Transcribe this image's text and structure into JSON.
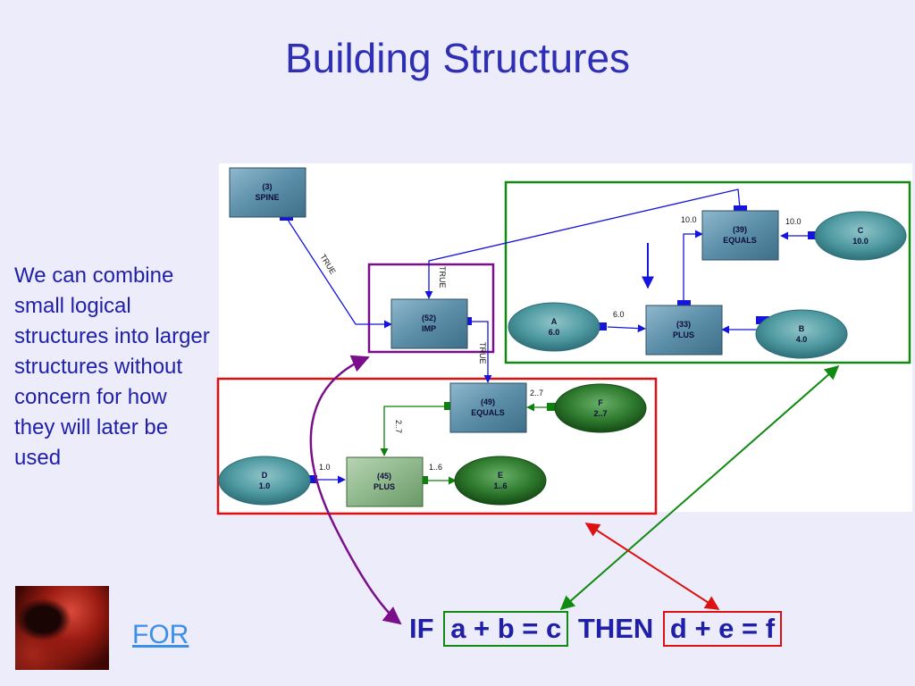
{
  "slide": {
    "title": "Building Structures",
    "side_text": "We can combine small logical structures into larger structures without concern for how they will later be used",
    "link_label": "FOR",
    "formula": {
      "if": "IF",
      "condition": "a + b = c",
      "then": "THEN",
      "consequence": "d + e = f"
    }
  },
  "diagram": {
    "nodes": {
      "spine": {
        "l1": "(3)",
        "l2": "SPINE"
      },
      "imp": {
        "l1": "(52)",
        "l2": "IMP"
      },
      "equals39": {
        "l1": "(39)",
        "l2": "EQUALS"
      },
      "plus33": {
        "l1": "(33)",
        "l2": "PLUS"
      },
      "equals49": {
        "l1": "(49)",
        "l2": "EQUALS"
      },
      "plus45": {
        "l1": "(45)",
        "l2": "PLUS"
      },
      "a": {
        "l1": "A",
        "l2": "6.0"
      },
      "b": {
        "l1": "B",
        "l2": "4.0"
      },
      "c": {
        "l1": "C",
        "l2": "10.0"
      },
      "d": {
        "l1": "D",
        "l2": "1.0"
      },
      "e": {
        "l1": "E",
        "l2": "1..6"
      },
      "f": {
        "l1": "F",
        "l2": "2..7"
      }
    },
    "edge_labels": {
      "spine_imp": "TRUE",
      "imp_in": "TRUE",
      "imp_out": "TRUE",
      "a_plus": "6.0",
      "plus_equals": "10.0",
      "c_equals": "10.0",
      "f_equals": "2..7",
      "equals_plus45": "2..7",
      "d_plus": "1.0",
      "plus_e": "1..6"
    },
    "colors": {
      "blue_node": "#5b8ea8",
      "green_node": "#7faa7f",
      "blue_oval": "#4f9aa2",
      "green_oval": "#2e7a2e",
      "blue_edge": "#1414dc",
      "green_edge": "#0d800d",
      "purple": "#7a0f8a",
      "red": "#dd1111",
      "green_box": "#118a11"
    }
  }
}
